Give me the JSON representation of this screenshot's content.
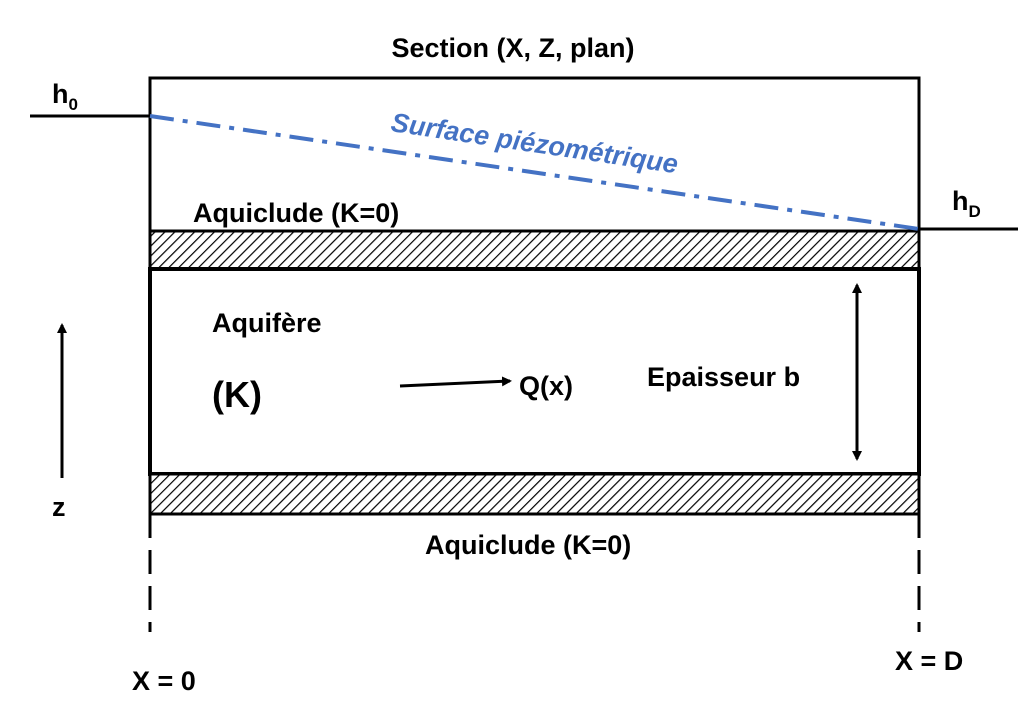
{
  "title": "Section (X, Z, plan)",
  "labels": {
    "h0_main": "h",
    "h0_sub": "0",
    "hD_main": "h",
    "hD_sub": "D",
    "piezometric_surface": "Surface piézométrique",
    "aquiclude_top": "Aquiclude (K=0)",
    "aquiclude_bottom": "Aquiclude (K=0)",
    "aquifer": "Aquifère",
    "conductivity": "(K)",
    "flow": "Q(x)",
    "thickness": "Epaisseur b",
    "z_axis": "z",
    "x_start": "X = 0",
    "x_end": "X = D"
  },
  "colors": {
    "outline": "#000000",
    "piezometric_line": "#4472C4",
    "background": "#ffffff"
  }
}
